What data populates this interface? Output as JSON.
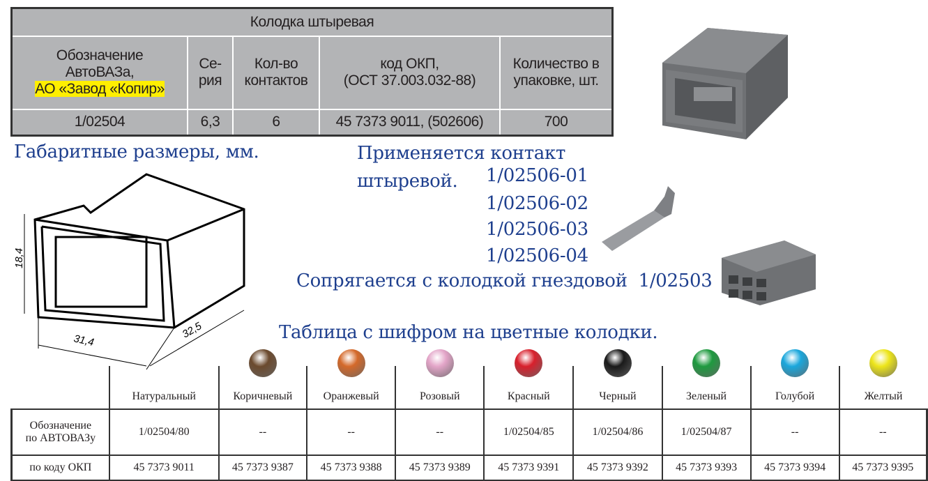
{
  "top_table": {
    "title": "Колодка штыревая",
    "headers": {
      "designation_line1": "Обозначение",
      "designation_line2": "АвтоВАЗа,",
      "designation_line3": "АО «Завод «Копир»",
      "series_line1": "Се-",
      "series_line2": "рия",
      "contacts_line1": "Кол-во",
      "contacts_line2": "контактов",
      "okp_line1": "код ОКП,",
      "okp_line2": "(ОСТ 37.003.032-88)",
      "qty_line1": "Количество в",
      "qty_line2": "упаковке, шт."
    },
    "row": {
      "designation": "1/02504",
      "series": "6,3",
      "contacts": "6",
      "okp": "45 7373 9011, (502606)",
      "qty": "700"
    }
  },
  "dimensions_title": "Габаритные размеры, мм.",
  "dimensions": {
    "height": "18,4",
    "width": "31,4",
    "depth": "32,5"
  },
  "contact_text_line1": "Применяется контакт",
  "contact_text_line2": "штыревой.",
  "contact_codes": [
    "1/02506-01",
    "1/02506-02",
    "1/02506-03",
    "1/02506-04"
  ],
  "mating_text": "Сопрягается с колодкой гнездовой",
  "mating_code": "1/02503",
  "color_table_title": "Таблица с шифром на цветные колодки.",
  "color_table": {
    "columns": [
      {
        "name": "Натуральный",
        "color": null,
        "designation": "1/02504/80",
        "okp": "45 7373 9011"
      },
      {
        "name": "Коричневый",
        "color": "#6b4a2e",
        "designation": "--",
        "okp": "45 7373 9387"
      },
      {
        "name": "Оранжевый",
        "color": "#d4692a",
        "designation": "--",
        "okp": "45 7373 9388"
      },
      {
        "name": "Розовый",
        "color": "#e3a5c8",
        "designation": "--",
        "okp": "45 7373 9389"
      },
      {
        "name": "Красный",
        "color": "#d8202c",
        "designation": "1/02504/85",
        "okp": "45 7373 9391"
      },
      {
        "name": "Черный",
        "color": "#1a1a1a",
        "designation": "1/02504/86",
        "okp": "45 7373 9392"
      },
      {
        "name": "Зеленый",
        "color": "#1e9a3f",
        "designation": "1/02504/87",
        "okp": "45 7373 9393"
      },
      {
        "name": "Голубой",
        "color": "#1aa7dc",
        "designation": "--",
        "okp": "45 7373 9394"
      },
      {
        "name": "Желтый",
        "color": "#ede51a",
        "designation": "--",
        "okp": "45 7373 9395"
      }
    ],
    "row_labels": {
      "designation_line1": "Обозначение",
      "designation_line2": "по АВТОВАЗу",
      "okp": "по коду ОКП"
    }
  }
}
